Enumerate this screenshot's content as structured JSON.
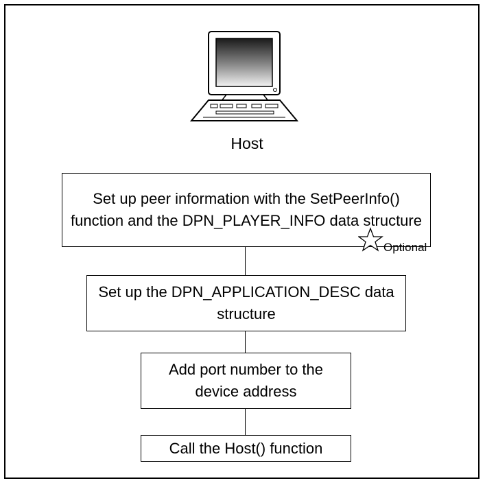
{
  "host": {
    "label": "Host"
  },
  "steps": [
    {
      "text": "Set up peer information with the SetPeerInfo() function and the DPN_PLAYER_INFO data structure"
    },
    {
      "text": "Set up the DPN_APPLICATION_DESC data structure"
    },
    {
      "text": "Add port number to the device address"
    },
    {
      "text": "Call the Host() function"
    }
  ],
  "annotation": {
    "label": "Optional",
    "icon": "star-icon"
  }
}
